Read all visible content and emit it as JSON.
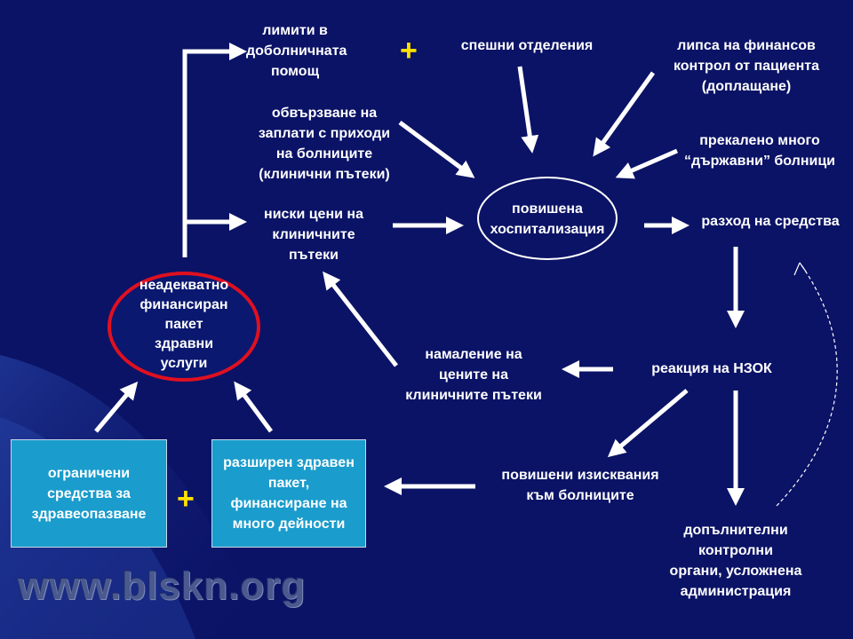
{
  "nodes": {
    "limits": [
      "лимити в",
      "доболничната",
      "помощ"
    ],
    "emergency": [
      "спешни отделения"
    ],
    "lack_control": [
      "липса на финансов",
      "контрол от пациента",
      "(доплащане)"
    ],
    "linking_pay": [
      "обвързване на",
      "заплати с приходи",
      "на болниците",
      "(клинични пътеки)"
    ],
    "too_many_state": [
      "прекалено много",
      "“държавни” болници"
    ],
    "low_prices": [
      "ниски цени на",
      "клиничните",
      "пътеки"
    ],
    "increased_hosp": [
      "повишена",
      "хоспитализация"
    ],
    "spending": [
      "разход на средства"
    ],
    "inadequate_package": [
      "неадекватно",
      "финансиран",
      "пакет",
      "здравни",
      "услуги"
    ],
    "price_reduction": [
      "намаление на",
      "цените на",
      "клиничните пътеки"
    ],
    "nzok_reaction": [
      "реакция на НЗОК"
    ],
    "hospital_requirements": [
      "повишени изисквания",
      "към болниците"
    ],
    "limited_funds": [
      "ограничени",
      "средства за",
      "здравеопазване"
    ],
    "extended_package": [
      "разширен здравен",
      "пакет,",
      "финансиране на",
      "много дейности"
    ],
    "extra_control": [
      "допълнителни",
      "контролни",
      "органи, усложнена",
      "администрация"
    ]
  },
  "plus_signs": [
    "+",
    "+"
  ],
  "watermark": "www.blskn.org",
  "colors": {
    "background": "#0b1366",
    "text": "#ffffff",
    "box_fill": "#1a9ccc",
    "inadequate_fill": "#0a1870",
    "inadequate_border": "#e01020",
    "plus": "#ffe000"
  }
}
